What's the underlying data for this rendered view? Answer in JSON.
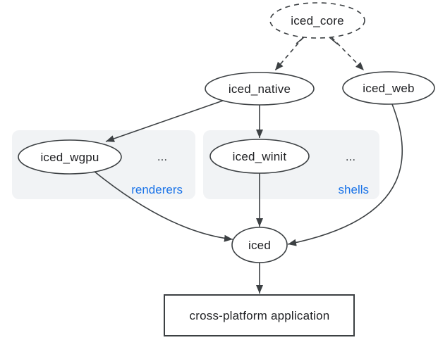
{
  "diagram_type": "dependency-graph",
  "colors": {
    "background": "#ffffff",
    "node_stroke": "#3c4043",
    "edge_stroke": "#3c4043",
    "node_text": "#202124",
    "group_fill": "#f1f3f5",
    "group_label_text": "#1a73e8"
  },
  "nodes": {
    "iced_core": {
      "label": "iced_core",
      "shape": "ellipse",
      "border": "dashed"
    },
    "iced_native": {
      "label": "iced_native",
      "shape": "ellipse",
      "border": "solid"
    },
    "iced_web": {
      "label": "iced_web",
      "shape": "ellipse",
      "border": "solid"
    },
    "iced_wgpu": {
      "label": "iced_wgpu",
      "shape": "ellipse",
      "border": "solid"
    },
    "iced_winit": {
      "label": "iced_winit",
      "shape": "ellipse",
      "border": "solid"
    },
    "iced": {
      "label": "iced",
      "shape": "ellipse",
      "border": "solid"
    },
    "application": {
      "label": "cross-platform application",
      "shape": "rectangle",
      "border": "solid"
    }
  },
  "groups": {
    "renderers": {
      "label": "renderers",
      "ellipsis": "...",
      "members": [
        "iced_wgpu"
      ]
    },
    "shells": {
      "label": "shells",
      "ellipsis": "...",
      "members": [
        "iced_winit"
      ]
    }
  },
  "edges": [
    {
      "from": "iced_core",
      "to": "iced_native",
      "style": "dashed",
      "head": "solid-triangle",
      "tail": "open-vee"
    },
    {
      "from": "iced_core",
      "to": "iced_web",
      "style": "dashed",
      "head": "solid-triangle",
      "tail": "open-vee"
    },
    {
      "from": "iced_native",
      "to": "iced_wgpu",
      "style": "solid",
      "head": "solid-triangle"
    },
    {
      "from": "iced_native",
      "to": "iced_winit",
      "style": "solid",
      "head": "solid-triangle"
    },
    {
      "from": "iced_wgpu",
      "to": "iced",
      "style": "solid",
      "head": "solid-triangle"
    },
    {
      "from": "iced_winit",
      "to": "iced",
      "style": "solid",
      "head": "solid-triangle"
    },
    {
      "from": "iced_web",
      "to": "iced",
      "style": "solid",
      "head": "solid-triangle"
    },
    {
      "from": "iced",
      "to": "application",
      "style": "solid",
      "head": "solid-triangle"
    }
  ]
}
